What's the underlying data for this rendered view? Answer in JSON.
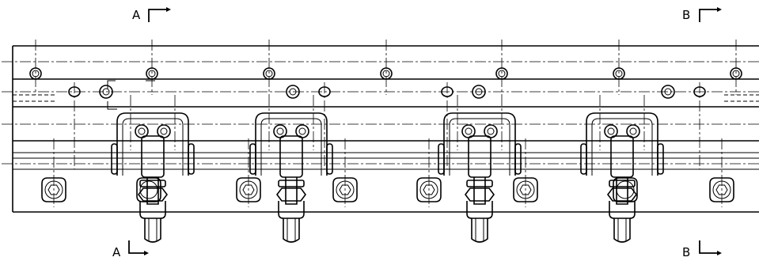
{
  "section_labels": {
    "a_top": "A",
    "a_bottom": "A",
    "b_top": "B",
    "b_bottom": "B"
  },
  "counts": {
    "clamp_assemblies": 4,
    "bottom_bolts": 8,
    "top_holes": 7
  }
}
